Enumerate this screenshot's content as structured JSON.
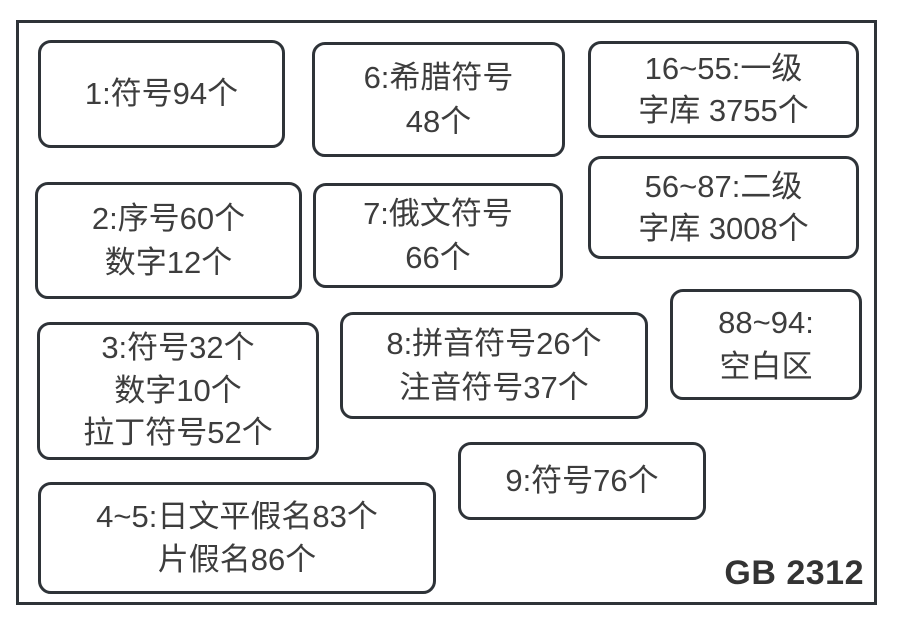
{
  "title": "GB 2312",
  "colors": {
    "border": "#2e3338",
    "text": "#3d3d3d",
    "background": "#ffffff"
  },
  "boxes": [
    {
      "id": "area-1",
      "text": "1:符号94个"
    },
    {
      "id": "area-6",
      "text": "6:希腊符号\n48个"
    },
    {
      "id": "area-16-55",
      "text": "16~55:一级\n字库 3755个"
    },
    {
      "id": "area-2",
      "text": "2:序号60个\n数字12个"
    },
    {
      "id": "area-7",
      "text": "7:俄文符号\n66个"
    },
    {
      "id": "area-56-87",
      "text": "56~87:二级\n字库 3008个"
    },
    {
      "id": "area-3",
      "text": "3:符号32个\n数字10个\n拉丁符号52个"
    },
    {
      "id": "area-8",
      "text": "8:拼音符号26个\n注音符号37个"
    },
    {
      "id": "area-88-94",
      "text": "88~94:\n空白区"
    },
    {
      "id": "area-9",
      "text": "9:符号76个"
    },
    {
      "id": "area-4-5",
      "text": "4~5:日文平假名83个\n片假名86个"
    }
  ]
}
